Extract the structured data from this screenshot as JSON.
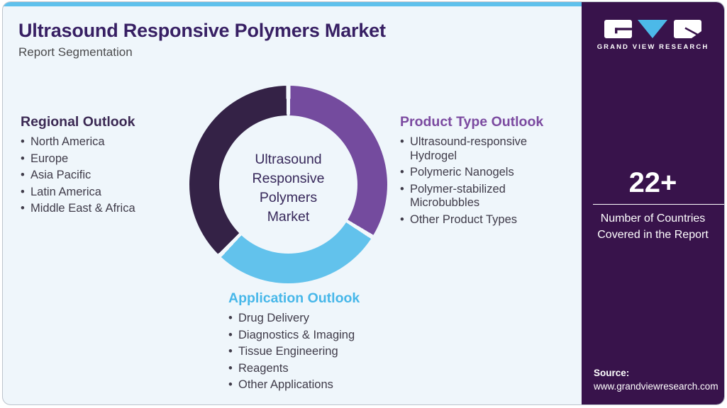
{
  "header": {
    "title": "Ultrasound Responsive Polymers Market",
    "subtitle": "Report Segmentation"
  },
  "sections": {
    "regional": {
      "title": "Regional Outlook",
      "accent_color": "#3b2953",
      "items": [
        "North America",
        "Europe",
        "Asia Pacific",
        "Latin America",
        "Middle East & Africa"
      ]
    },
    "product": {
      "title": "Product Type Outlook",
      "accent_color": "#7b4aa0",
      "items": [
        "Ultrasound-responsive Hydrogel",
        "Polymeric Nanogels",
        "Polymer-stabilized Microbubbles",
        "Other Product Types"
      ]
    },
    "application": {
      "title": "Application Outlook",
      "accent_color": "#47b7e9",
      "items": [
        "Drug Delivery",
        "Diagnostics & Imaging",
        "Tissue Engineering",
        "Reagents",
        "Other Applications"
      ]
    }
  },
  "chart_data": {
    "type": "pie",
    "donut": true,
    "center_label": "Ultrasound Responsive Polymers Market",
    "center_label_lines": [
      "Ultrasound",
      "Responsive",
      "Polymers",
      "Market"
    ],
    "gap_deg": 2.6,
    "gap_color": "#f2f8fc",
    "segments": [
      {
        "name": "Product Type Outlook",
        "color": "#744b9e",
        "start_deg": 0,
        "end_deg": 122,
        "share_pct": 33.9
      },
      {
        "name": "Application Outlook",
        "color": "#62c2ec",
        "start_deg": 122,
        "end_deg": 224,
        "share_pct": 28.3
      },
      {
        "name": "Regional Outlook",
        "color": "#342246",
        "start_deg": 224,
        "end_deg": 360,
        "share_pct": 37.8
      }
    ],
    "legend_position": "none",
    "title": "Ultrasound Responsive Polymers Market — Report Segmentation"
  },
  "sidebar": {
    "brand_name": "GRAND VIEW RESEARCH",
    "stat_value": "22+",
    "stat_label": "Number of Countries Covered in the Report",
    "source_label": "Source:",
    "source_url": "www.grandviewresearch.com",
    "background_color": "#38134b"
  },
  "colors": {
    "card_background": "#eff6fb",
    "top_bar": "#5fc1ec",
    "title_text": "#371f63",
    "body_text": "#3f3b49"
  }
}
